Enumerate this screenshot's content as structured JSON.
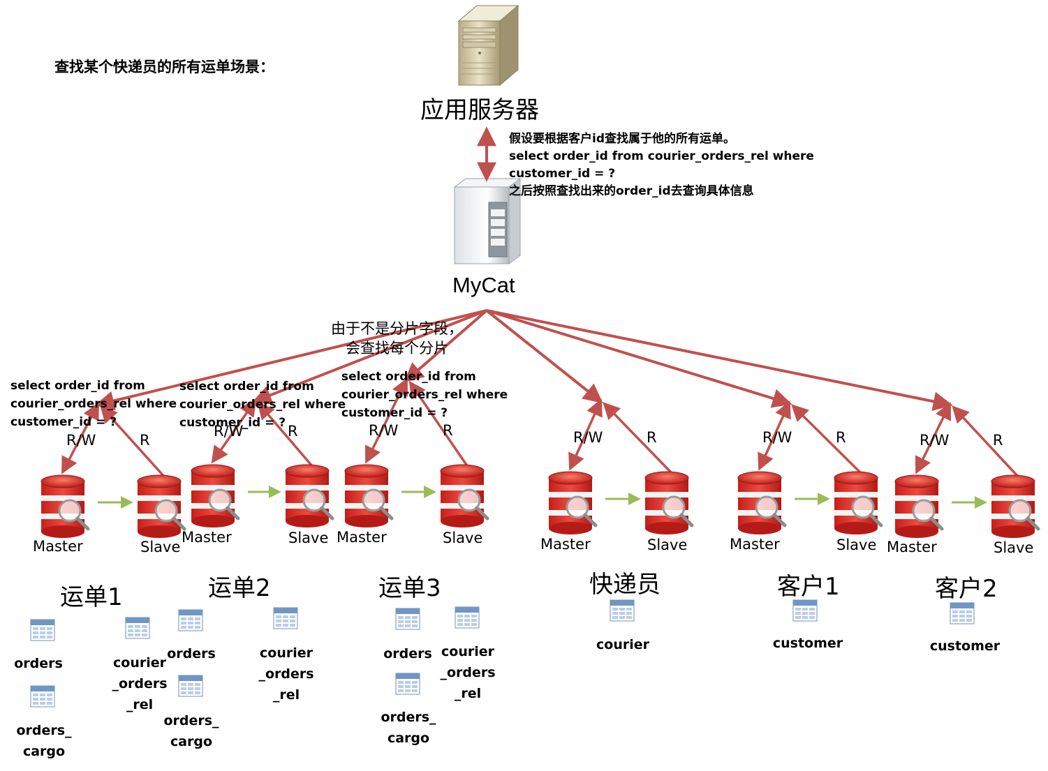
{
  "title": "查找某个快递员的所有运单场景：",
  "app_server": {
    "label": "应用服务器"
  },
  "mycat": {
    "label": "MyCat"
  },
  "query_note": {
    "lines": [
      "假设要根据客户id查找属于他的所有运单。",
      "select order_id  from  courier_orders_rel  where",
      "customer_id = ?",
      "之后按照查找出来的order_id去查询具体信息"
    ]
  },
  "scatter_note": {
    "lines": [
      "由于不是分片字段，",
      "会查找每个分片"
    ]
  },
  "shard_query": {
    "lines": [
      "select order_id from",
      "courier_orders_rel where",
      "customer_id = ?"
    ]
  },
  "link_labels": {
    "rw": "R/W",
    "r": "R"
  },
  "node_labels": {
    "master": "Master",
    "slave": "Slave"
  },
  "shards": [
    {
      "name": "运单1",
      "tables": [
        "orders",
        "courier\n_orders\n_rel",
        "orders_\ncargo"
      ]
    },
    {
      "name": "运单2",
      "tables": [
        "orders",
        "courier\n_orders\n_rel",
        "orders_\ncargo"
      ]
    },
    {
      "name": "运单3",
      "tables": [
        "orders",
        "courier\n_orders\n_rel",
        "orders_\ncargo"
      ]
    },
    {
      "name": "快递员",
      "tables": [
        "courier"
      ]
    },
    {
      "name": "客户1",
      "tables": [
        "customer"
      ]
    },
    {
      "name": "客户2",
      "tables": [
        "customer"
      ]
    }
  ],
  "colors": {
    "arrow": "#c0504d",
    "replication": "#9bbb59",
    "db_red": "#d42a26",
    "text": "#000000"
  }
}
